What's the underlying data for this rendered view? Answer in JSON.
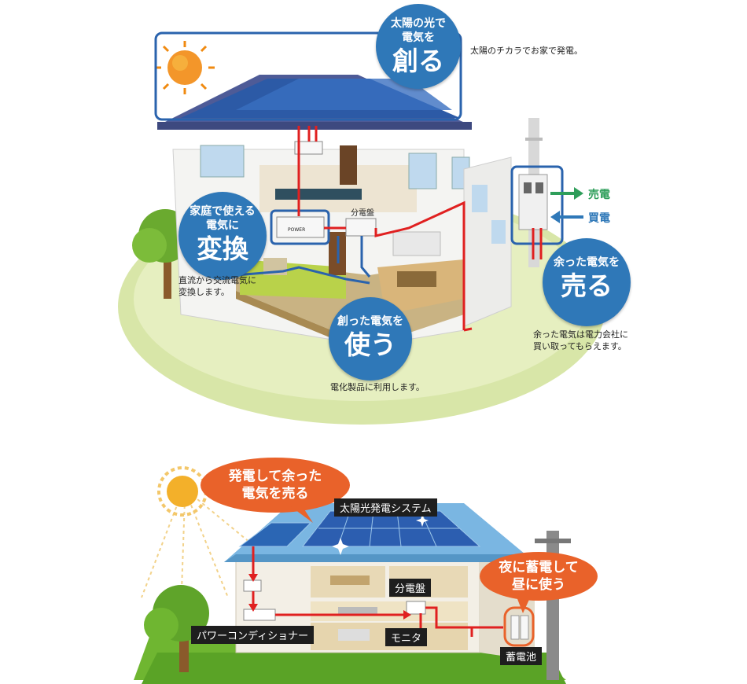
{
  "top": {
    "create": {
      "line1": "太陽の光で",
      "line2": "電気を",
      "big": "創る",
      "note": "太陽のチカラでお家で発電。"
    },
    "convert": {
      "line1": "家庭で使える",
      "line2": "電気に",
      "big": "変換",
      "note_line1": "直流から交流電気に",
      "note_line2": "変換します。"
    },
    "use": {
      "line1": "創った電気を",
      "big": "使う",
      "note": "電化製品に利用します。"
    },
    "sell": {
      "line1": "余った電気を",
      "big": "売る",
      "note_line1": "余った電気は電力会社に",
      "note_line2": "買い取ってもらえます。"
    },
    "distribution_board": "分電盤",
    "inverter_label": "POWER",
    "sell_flow": "売電",
    "buy_flow": "買電",
    "colors": {
      "bubble": "#2f78b8",
      "wire": "#e02020",
      "sell": "#2e9e5a",
      "buy": "#2f78b8"
    }
  },
  "bottom": {
    "callout_sell": {
      "line1": "発電して余った",
      "line2": "電気を売る"
    },
    "callout_store": {
      "line1": "夜に蓄電して",
      "line2": "昼に使う"
    },
    "labels": {
      "solar_system": "太陽光発電システム",
      "distribution_board": "分電盤",
      "power_conditioner": "パワーコンディショナー",
      "monitor": "モニタ",
      "battery": "蓄電池"
    },
    "colors": {
      "callout": "#e9622a",
      "wire": "#e02020"
    }
  }
}
